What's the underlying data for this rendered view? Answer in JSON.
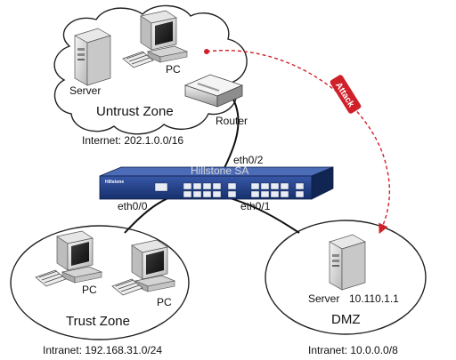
{
  "zones": {
    "untrust": {
      "name": "Untrust Zone",
      "subnet": "Internet: 202.1.0.0/16"
    },
    "trust": {
      "name": "Trust Zone",
      "subnet": "Intranet: 192.168.31.0/24"
    },
    "dmz": {
      "name": "DMZ",
      "subnet": "Intranet: 10.0.0.0/8"
    }
  },
  "devices": {
    "untrust_server": "Server",
    "untrust_pc": "PC",
    "router": "Router",
    "firewall": "Hillstone SA",
    "trust_pc_1": "PC",
    "trust_pc_2": "PC",
    "dmz_server": "Server",
    "dmz_server_ip": "10.110.1.1"
  },
  "interfaces": {
    "eth0_0": "eth0/0",
    "eth0_1": "eth0/1",
    "eth0_2": "eth0/2"
  },
  "attack": {
    "label": "Attack",
    "color": "#d0202a"
  },
  "firewall_brand": "Hillstone",
  "colors": {
    "firewall_body": "#1f3f86",
    "cable": "#111111",
    "attack": "#d0202a",
    "cloud_stroke": "#222222"
  },
  "icons": [
    "server-icon",
    "pc-icon",
    "router-icon",
    "firewall-icon"
  ]
}
